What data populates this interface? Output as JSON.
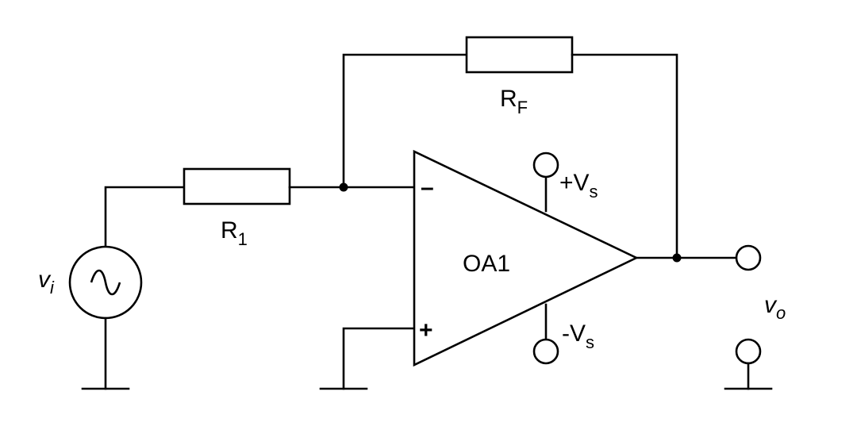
{
  "diagram": {
    "title": "",
    "components": {
      "vi": {
        "letter": "v",
        "sub": "i"
      },
      "r1": {
        "letter": "R",
        "sub": "1"
      },
      "rf": {
        "letter": "R",
        "sub": "F"
      },
      "opamp": {
        "name": "OA1",
        "inverting": "–",
        "noninverting": "+"
      },
      "vplus": {
        "prefix": "+V",
        "sub": "s"
      },
      "vminus": {
        "prefix": "-V",
        "sub": "s"
      },
      "vo": {
        "letter": "v",
        "sub": "o"
      }
    },
    "colors": {
      "ink": "#000000",
      "background": "#ffffff"
    },
    "icons": [
      "ac-source-icon",
      "resistor-icon",
      "op-amp-icon",
      "ground-icon",
      "terminal-icon"
    ]
  }
}
